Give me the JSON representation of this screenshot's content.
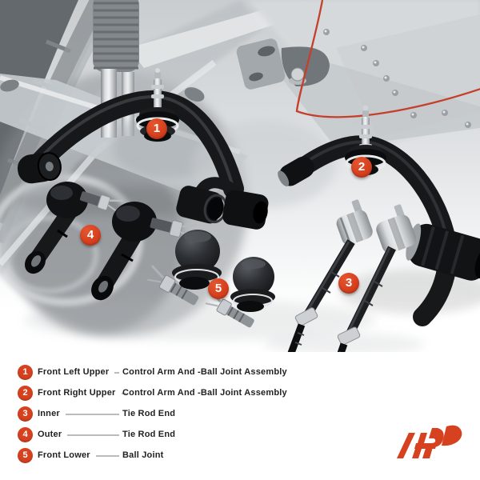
{
  "colors": {
    "accent": "#d6411f",
    "text": "#1f2022",
    "divider": "#b9bcbe",
    "arc": "#c4402c"
  },
  "markers": [
    {
      "label": "1"
    },
    {
      "label": "2"
    },
    {
      "label": "3"
    },
    {
      "label": "4"
    },
    {
      "label": "5"
    }
  ],
  "legend": {
    "items": [
      {
        "number": "1",
        "name": "Front Left Upper",
        "part": "Control Arm And -Ball Joint Assembly"
      },
      {
        "number": "2",
        "name": "Front Right Upper",
        "part": "Control Arm And -Ball Joint Assembly"
      },
      {
        "number": "3",
        "name": "Inner",
        "part": "Tie Rod End"
      },
      {
        "number": "4",
        "name": "Outer",
        "part": "Tie Rod End"
      },
      {
        "number": "5",
        "name": "Front Lower",
        "part": "Ball Joint"
      }
    ]
  },
  "logo": {
    "icon": "a-premium-logo"
  }
}
